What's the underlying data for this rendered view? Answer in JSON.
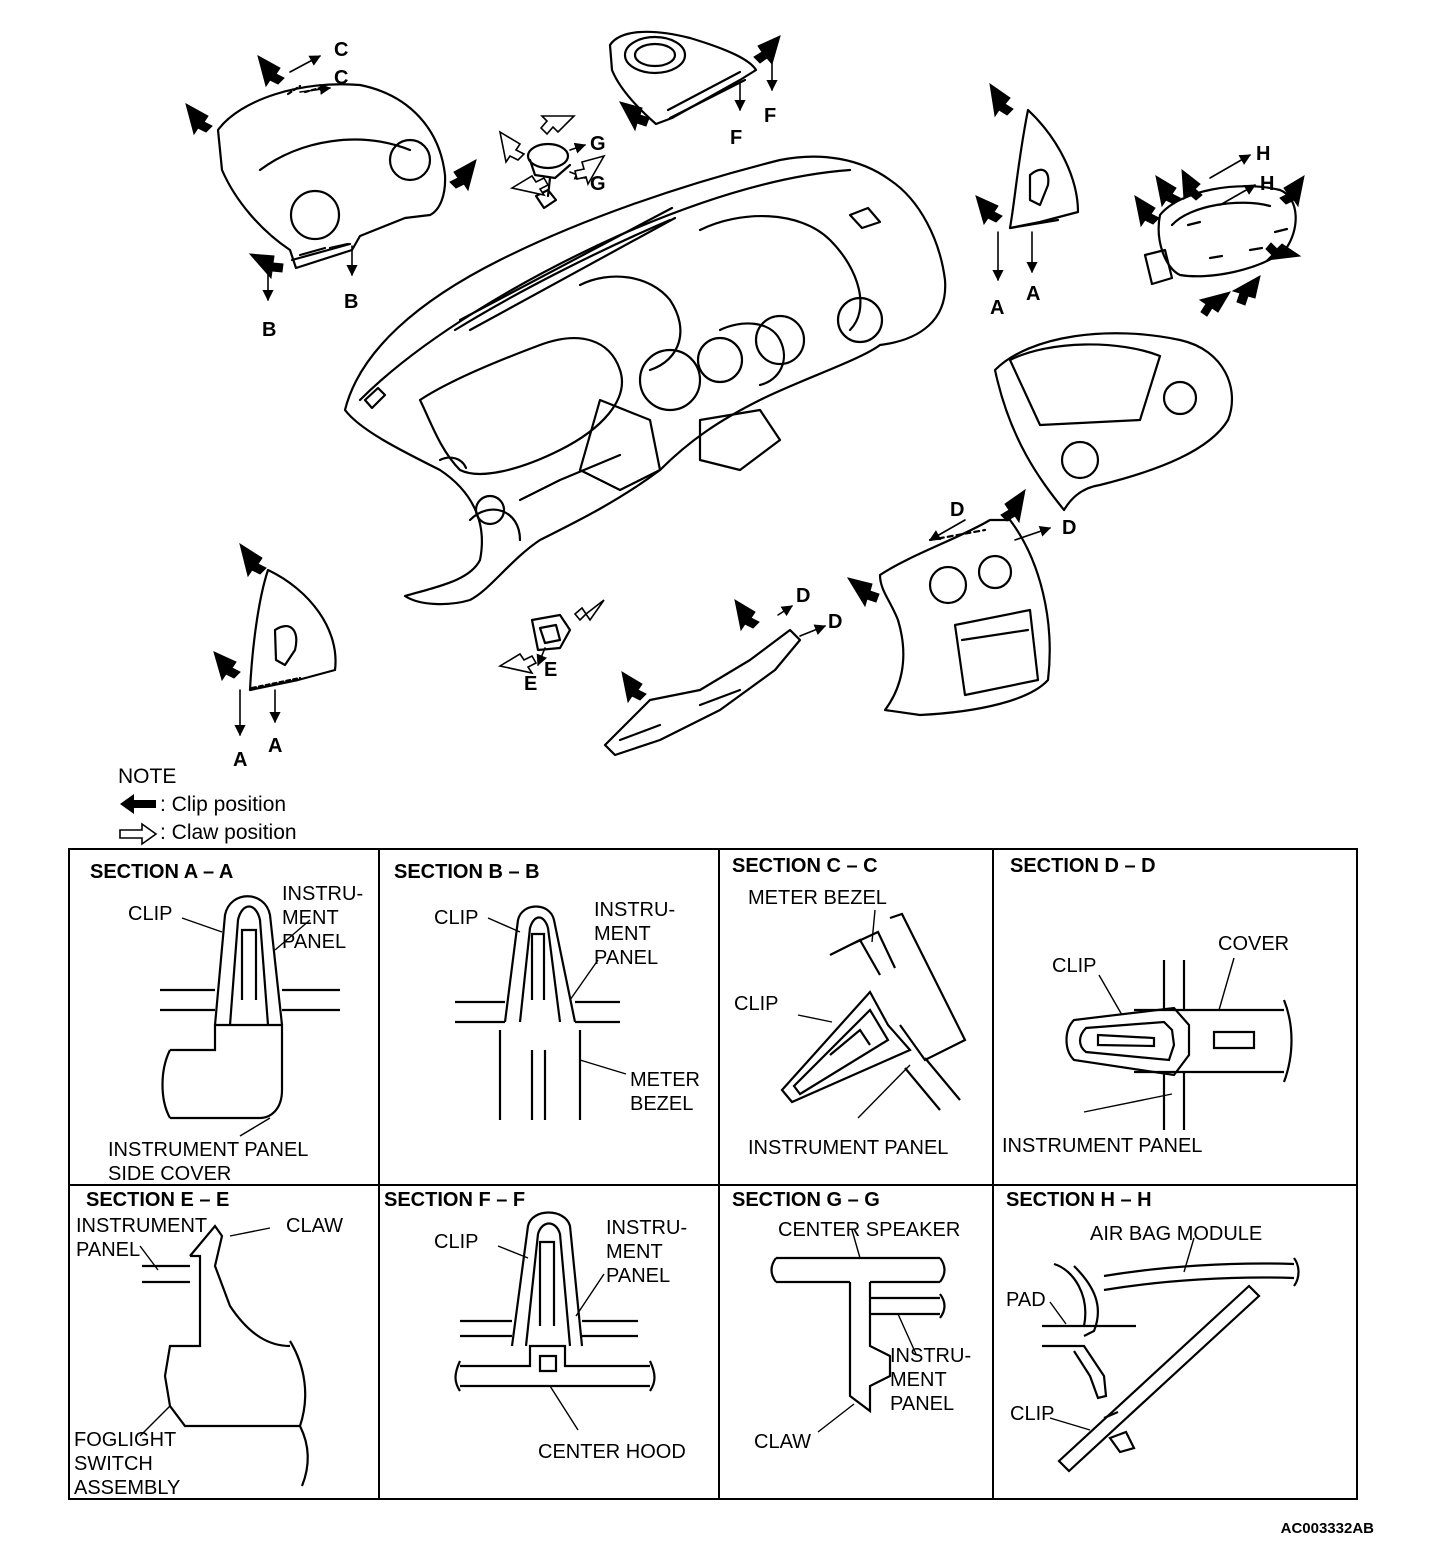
{
  "exploded_view": {
    "callouts": {
      "C1": "C",
      "C2": "C",
      "B1": "B",
      "B2": "B",
      "F1": "F",
      "F2": "F",
      "G1": "G",
      "G2": "G",
      "H1": "H",
      "H2": "H",
      "A1": "A",
      "A2": "A",
      "A3": "A",
      "A4": "A",
      "D1": "D",
      "D2": "D",
      "D3": "D",
      "D4": "D",
      "E1": "E",
      "E2": "E"
    }
  },
  "legend": {
    "title": "NOTE",
    "clip_label": ": Clip position",
    "claw_label": ": Claw position"
  },
  "sections": {
    "a": {
      "title": "SECTION A – A",
      "clip": "CLIP",
      "instrument_panel": "INSTRU-\nMENT\nPANEL",
      "side_cover": "INSTRUMENT PANEL\nSIDE COVER"
    },
    "b": {
      "title": "SECTION B – B",
      "clip": "CLIP",
      "instrument_panel": "INSTRU-\nMENT\nPANEL",
      "meter_bezel": "METER\nBEZEL"
    },
    "c": {
      "title": "SECTION C – C",
      "meter_bezel": "METER BEZEL",
      "clip": "CLIP",
      "instrument_panel": "INSTRUMENT PANEL"
    },
    "d": {
      "title": "SECTION D – D",
      "cover": "COVER",
      "clip": "CLIP",
      "instrument_panel": "INSTRUMENT PANEL"
    },
    "e": {
      "title": "SECTION E – E",
      "instrument_panel": "INSTRUMENT\nPANEL",
      "claw": "CLAW",
      "foglight": "FOGLIGHT\nSWITCH\nASSEMBLY"
    },
    "f": {
      "title": "SECTION F – F",
      "clip": "CLIP",
      "instrument_panel": "INSTRU-\nMENT\nPANEL",
      "center_hood": "CENTER HOOD"
    },
    "g": {
      "title": "SECTION G – G",
      "center_speaker": "CENTER SPEAKER",
      "claw": "CLAW",
      "instrument_panel": "INSTRU-\nMENT\nPANEL"
    },
    "h": {
      "title": "SECTION H – H",
      "air_bag": "AIR BAG MODULE",
      "pad": "PAD",
      "clip": "CLIP"
    }
  },
  "figure_code": "AC003332AB"
}
